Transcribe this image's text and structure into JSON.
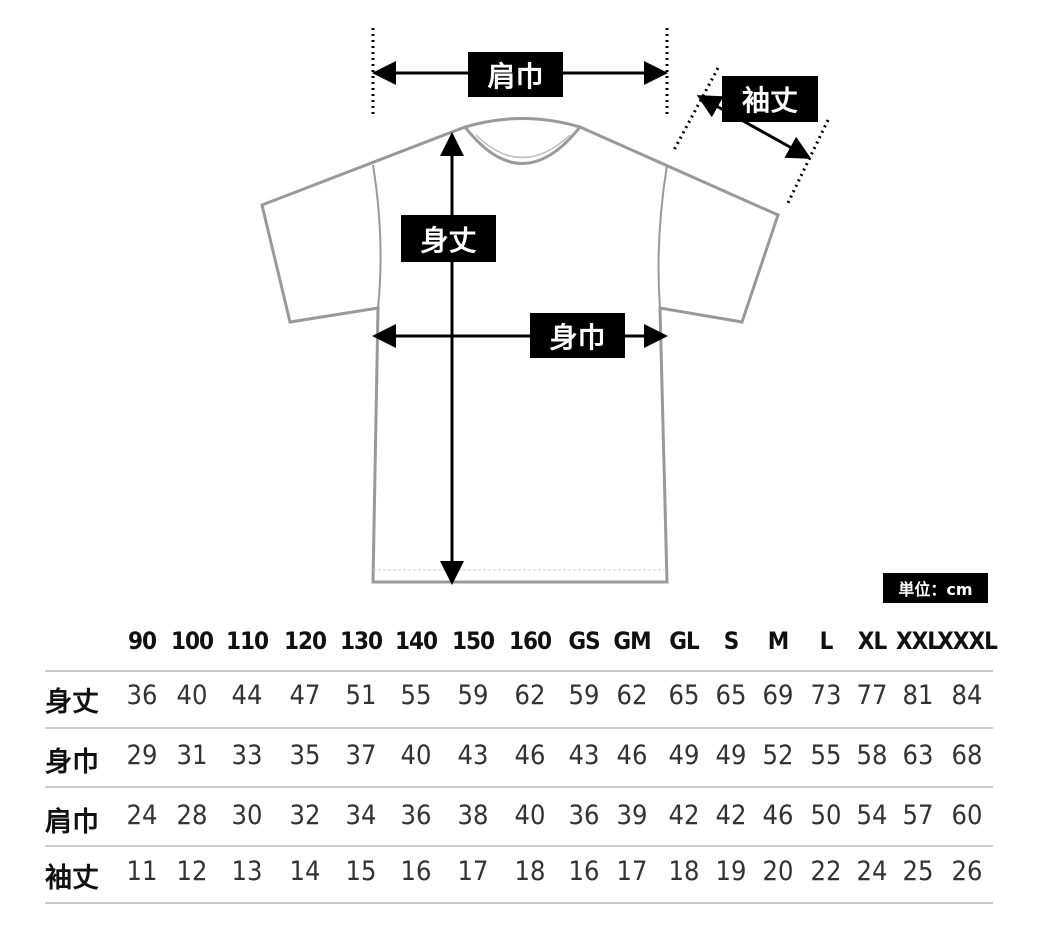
{
  "diagram": {
    "labels": {
      "shoulder": "肩巾",
      "sleeve": "袖丈",
      "length": "身丈",
      "width": "身巾"
    },
    "unit": "単位：cm"
  },
  "table": {
    "sizes": [
      "90",
      "100",
      "110",
      "120",
      "130",
      "140",
      "150",
      "160",
      "GS",
      "GM",
      "GL",
      "S",
      "M",
      "L",
      "XL",
      "XXL",
      "XXXL"
    ],
    "rows": [
      {
        "label": "身丈",
        "values": [
          "36",
          "40",
          "44",
          "47",
          "51",
          "55",
          "59",
          "62",
          "59",
          "62",
          "65",
          "65",
          "69",
          "73",
          "77",
          "81",
          "84"
        ]
      },
      {
        "label": "身巾",
        "values": [
          "29",
          "31",
          "33",
          "35",
          "37",
          "40",
          "43",
          "46",
          "43",
          "46",
          "49",
          "49",
          "52",
          "55",
          "58",
          "63",
          "68"
        ]
      },
      {
        "label": "肩巾",
        "values": [
          "24",
          "28",
          "30",
          "32",
          "34",
          "36",
          "38",
          "40",
          "36",
          "39",
          "42",
          "42",
          "46",
          "50",
          "54",
          "57",
          "60"
        ]
      },
      {
        "label": "袖丈",
        "values": [
          "11",
          "12",
          "13",
          "14",
          "15",
          "16",
          "17",
          "18",
          "16",
          "17",
          "18",
          "19",
          "20",
          "22",
          "24",
          "25",
          "26"
        ]
      }
    ]
  }
}
